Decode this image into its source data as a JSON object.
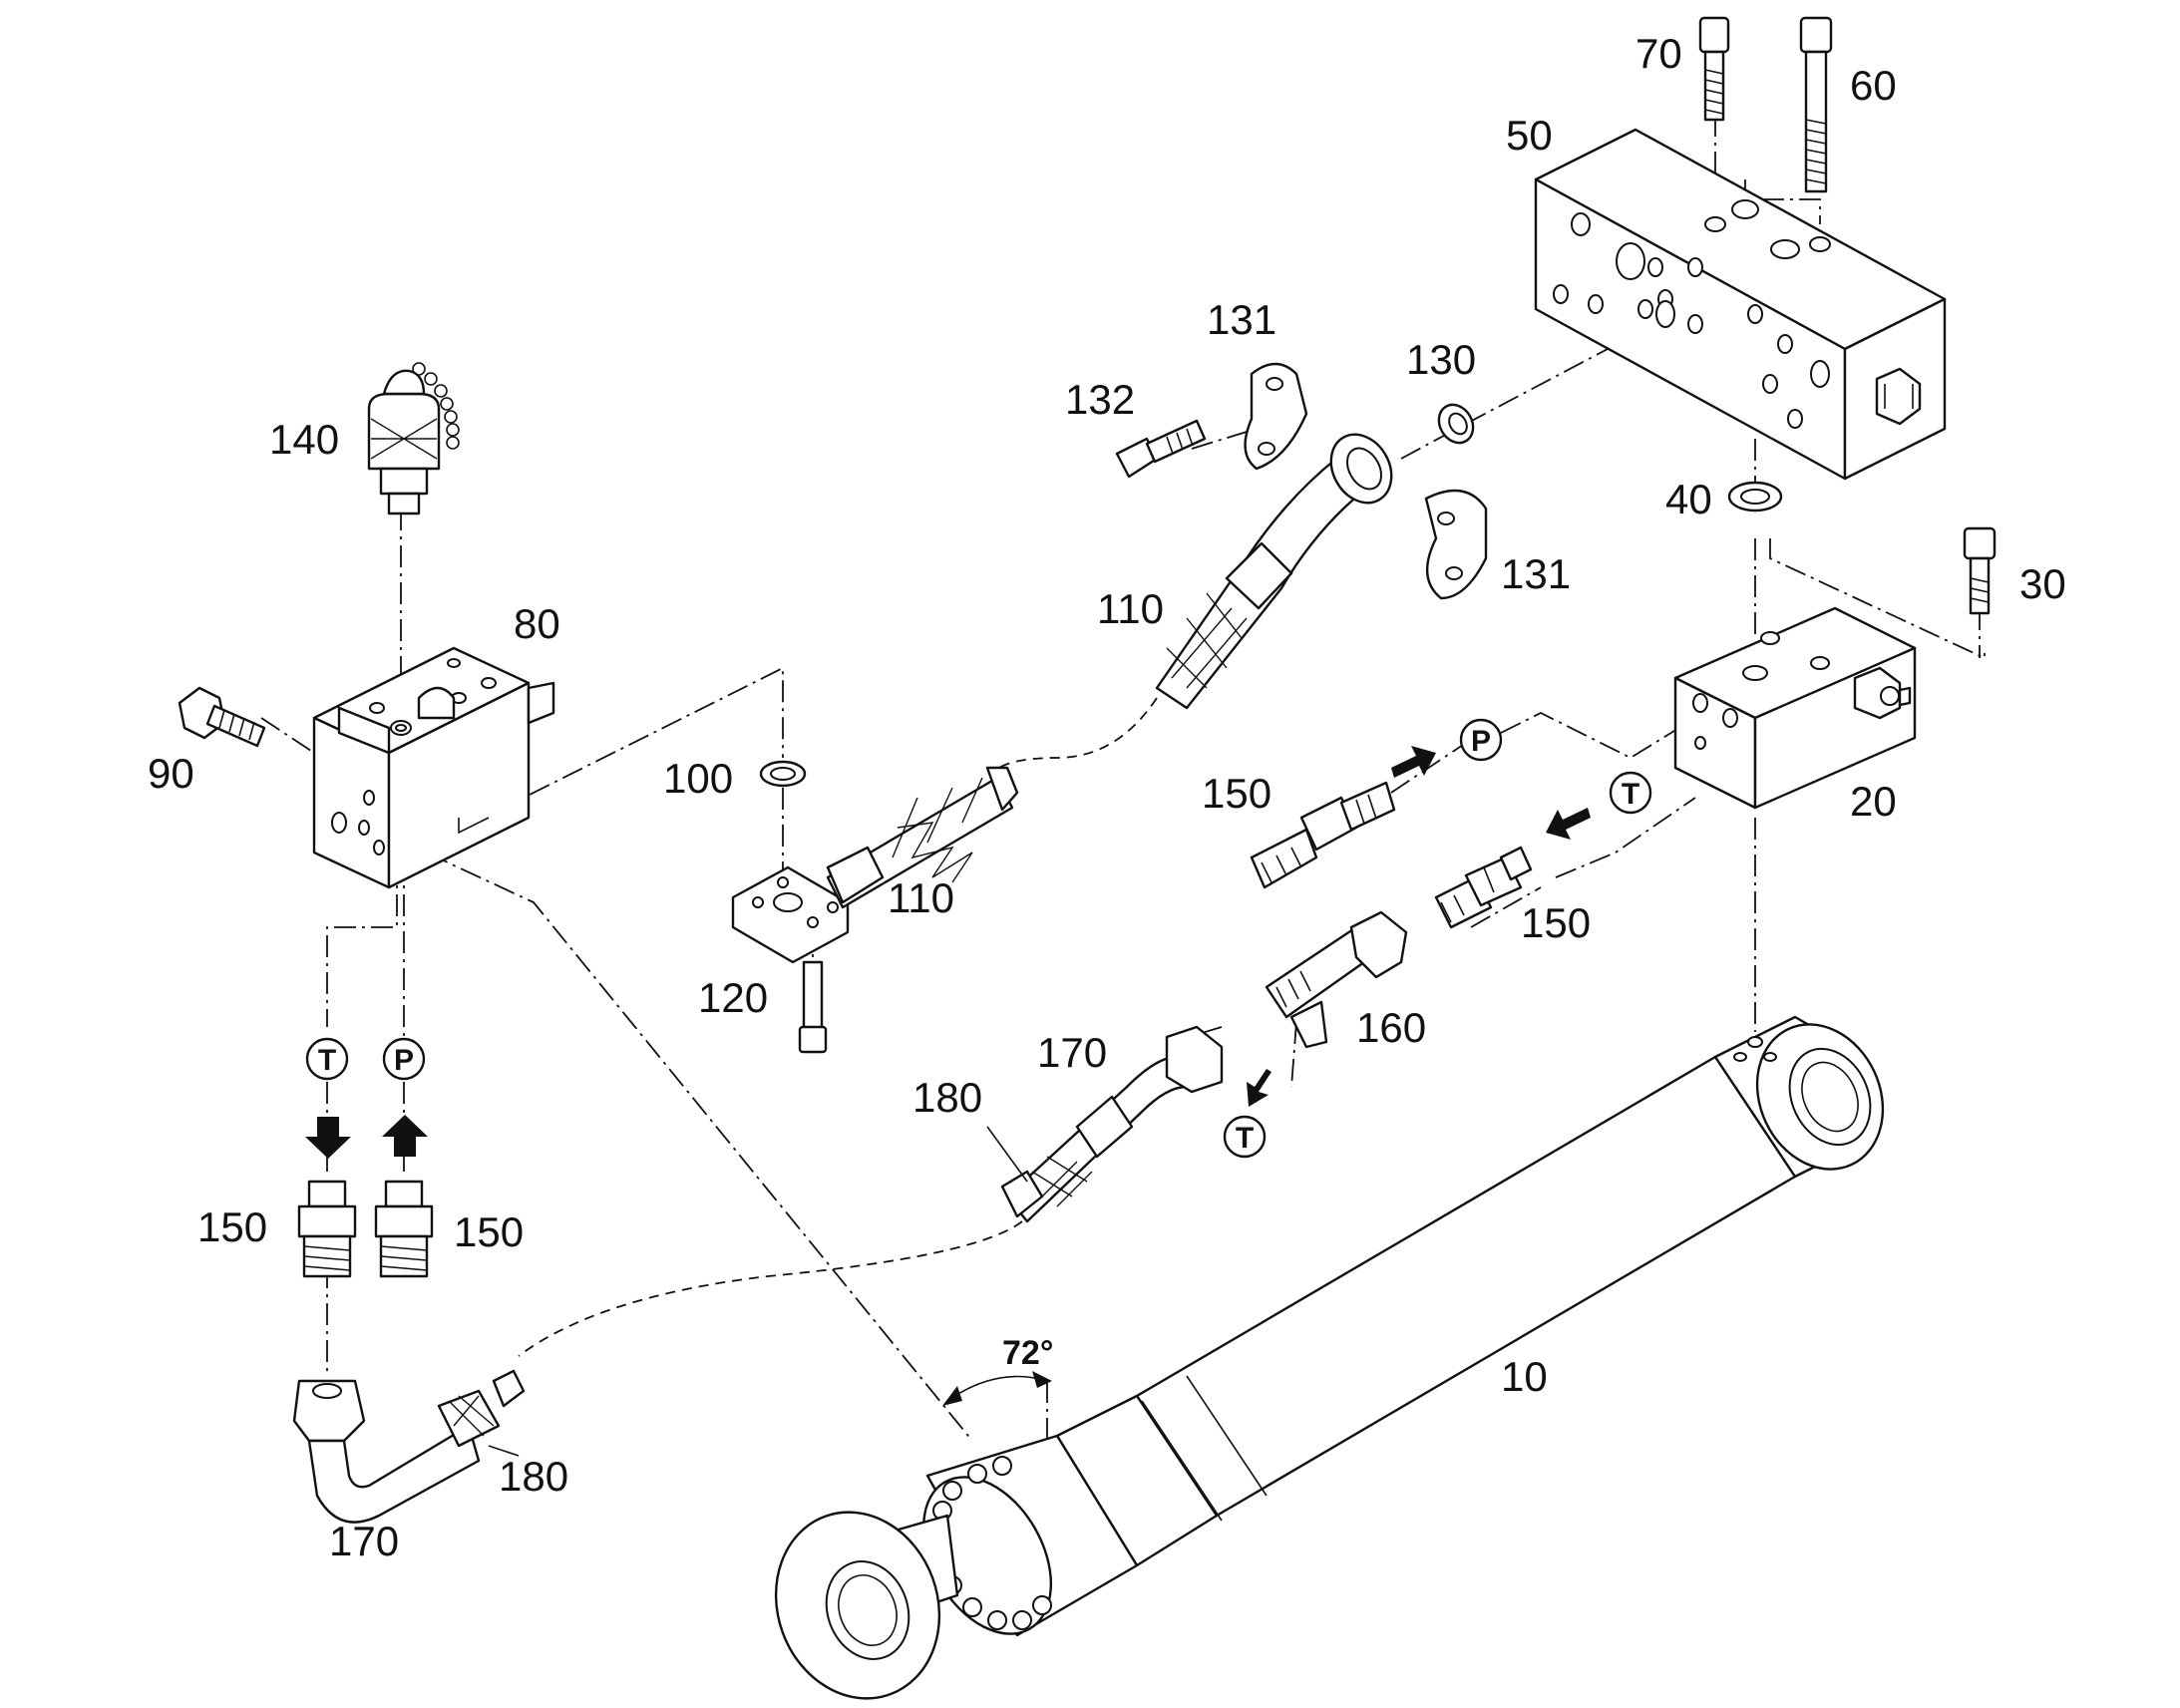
{
  "callouts": {
    "c10": "10",
    "c20": "20",
    "c30": "30",
    "c40": "40",
    "c50": "50",
    "c60": "60",
    "c70": "70",
    "c80": "80",
    "c90": "90",
    "c100": "100",
    "c110a": "110",
    "c110b": "110",
    "c120": "120",
    "c130": "130",
    "c131a": "131",
    "c131b": "131",
    "c132": "132",
    "c140": "140",
    "c150a": "150",
    "c150b": "150",
    "c150c": "150",
    "c150d": "150",
    "c160": "160",
    "c170a": "170",
    "c170b": "170",
    "c180a": "180",
    "c180b": "180"
  },
  "ports": {
    "p_top": "P",
    "t_top": "T",
    "t_mid": "T",
    "t_left": "T",
    "p_left": "P"
  },
  "angle": "72°",
  "icons": {
    "arrow_icon": "flow-arrow-icon"
  }
}
